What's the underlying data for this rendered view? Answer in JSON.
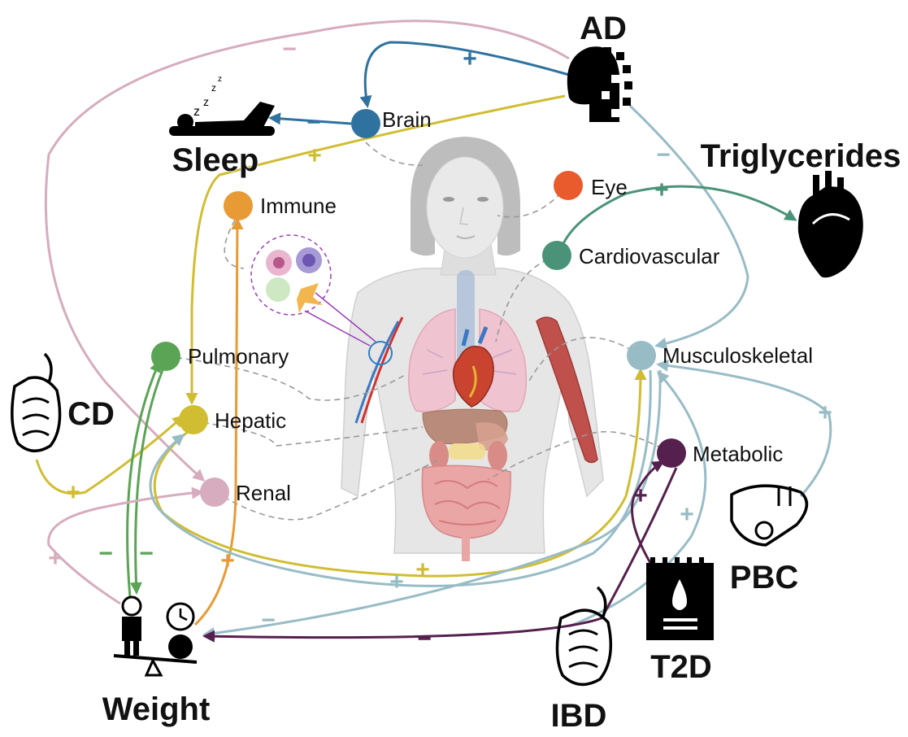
{
  "colors": {
    "brain": "#2f72a0",
    "eye": "#e95b2c",
    "immune": "#e89a35",
    "cardiovascular": "#4a9378",
    "pulmonary": "#5ba355",
    "hepatic": "#d0bd32",
    "renal": "#d6acbe",
    "musculoskeletal": "#98bcc6",
    "metabolic": "#55204e",
    "weight_line": "#5e9f56",
    "icon": "#000000"
  },
  "systems": [
    {
      "id": "brain",
      "label": "Brain"
    },
    {
      "id": "eye",
      "label": "Eye"
    },
    {
      "id": "immune",
      "label": "Immune"
    },
    {
      "id": "cardiovascular",
      "label": "Cardiovascular"
    },
    {
      "id": "pulmonary",
      "label": "Pulmonary"
    },
    {
      "id": "hepatic",
      "label": "Hepatic"
    },
    {
      "id": "renal",
      "label": "Renal"
    },
    {
      "id": "musculoskeletal",
      "label": "Musculoskeletal"
    },
    {
      "id": "metabolic",
      "label": "Metabolic"
    }
  ],
  "conditions": [
    {
      "id": "ad",
      "label": "AD",
      "icon": "head-pixel-icon"
    },
    {
      "id": "sleep",
      "label": "Sleep",
      "icon": "sleeping-person-icon"
    },
    {
      "id": "triglycerides",
      "label": "Triglycerides",
      "icon": "heart-icon"
    },
    {
      "id": "cd",
      "label": "CD",
      "icon": "intestine-icon"
    },
    {
      "id": "pbc",
      "label": "PBC",
      "icon": "liver-icon"
    },
    {
      "id": "t2d",
      "label": "T2D",
      "icon": "blood-drop-notepad-icon"
    },
    {
      "id": "ibd",
      "label": "IBD",
      "icon": "intestine-icon"
    },
    {
      "id": "weight",
      "label": "Weight",
      "icon": "seesaw-weight-icon"
    }
  ],
  "edges": [
    {
      "id": "ad-brain",
      "from": "AD",
      "to": "Brain",
      "sign": "+",
      "color": "#2f72a0"
    },
    {
      "id": "brain-sleep",
      "from": "Brain",
      "to": "Sleep",
      "sign": "−",
      "color": "#2f72a0"
    },
    {
      "id": "ad-hepatic",
      "from": "AD",
      "to": "Hepatic",
      "sign": "+",
      "color": "#d0bd32"
    },
    {
      "id": "ad-renal",
      "from": "AD",
      "to": "Renal",
      "sign": "−",
      "color": "#d6acbe"
    },
    {
      "id": "ad-musculoskeletal",
      "from": "AD",
      "to": "Musculoskeletal",
      "sign": "−",
      "color": "#98bcc6"
    },
    {
      "id": "cardio-triglycerides",
      "from": "Cardiovascular",
      "to": "Triglycerides",
      "sign": "+",
      "color": "#4a9378"
    },
    {
      "id": "cd-hepatic",
      "from": "CD",
      "to": "Hepatic",
      "sign": "+",
      "color": "#d0bd32"
    },
    {
      "id": "weight-pulmonary",
      "from": "Weight",
      "to": "Pulmonary",
      "sign": "−",
      "color": "#5ba355"
    },
    {
      "id": "pulmonary-weight",
      "from": "Pulmonary",
      "to": "Weight",
      "sign": "−",
      "color": "#5ba355"
    },
    {
      "id": "weight-immune",
      "from": "Weight",
      "to": "Immune",
      "sign": "+",
      "color": "#e89a35"
    },
    {
      "id": "weight-renal",
      "from": "Weight",
      "to": "Renal",
      "sign": "+",
      "color": "#d6acbe"
    },
    {
      "id": "hepatic-musculoskeletal",
      "from": "Hepatic",
      "to": "Musculoskeletal",
      "sign": "+",
      "color": "#d0bd32"
    },
    {
      "id": "musculoskeletal-hepatic",
      "from": "Musculoskeletal",
      "to": "Hepatic",
      "sign": "+",
      "color": "#98bcc6"
    },
    {
      "id": "musculoskeletal-weight",
      "from": "Musculoskeletal",
      "to": "Weight",
      "sign": "−",
      "color": "#98bcc6"
    },
    {
      "id": "ibd-musculoskeletal",
      "from": "IBD",
      "to": "Musculoskeletal",
      "sign": "+",
      "color": "#98bcc6"
    },
    {
      "id": "pbc-musculoskeletal",
      "from": "PBC",
      "to": "Musculoskeletal",
      "sign": "+",
      "color": "#98bcc6"
    },
    {
      "id": "t2d-metabolic",
      "from": "T2D",
      "to": "Metabolic",
      "sign": "+",
      "color": "#55204e"
    },
    {
      "id": "metabolic-weight",
      "from": "Metabolic",
      "to": "Weight",
      "sign": "−",
      "color": "#55204e"
    }
  ]
}
